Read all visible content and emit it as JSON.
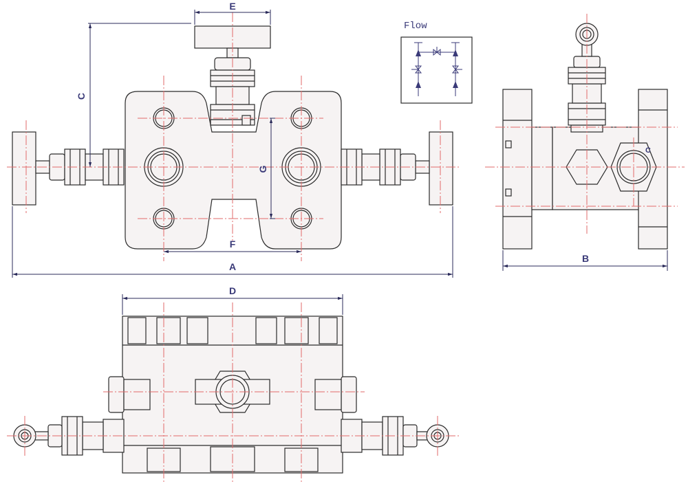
{
  "labels": {
    "A": "A",
    "B": "B",
    "C": "C",
    "C_small": "C",
    "D": "D",
    "E": "E",
    "F": "F",
    "G": "G"
  },
  "flow_legend": {
    "title": "Flow"
  },
  "colors": {
    "outline": "#2a2a2a",
    "centerline": "#e26a6a",
    "dimension": "#2a2a5a",
    "label": "#3a3a78",
    "body_fill": "#f6f3f3"
  }
}
